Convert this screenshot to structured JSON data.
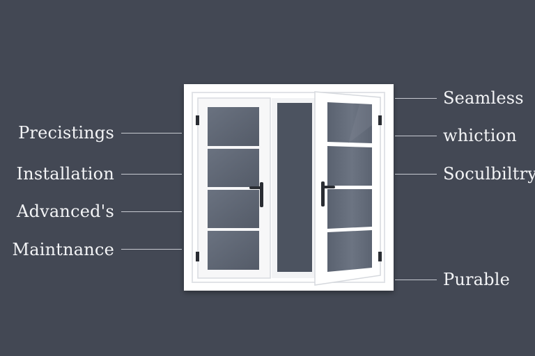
{
  "labels": {
    "left": [
      {
        "id": "precistings",
        "text": "Precistings"
      },
      {
        "id": "installation",
        "text": "Installation"
      },
      {
        "id": "advanced",
        "text": "Advanced's"
      },
      {
        "id": "maintnance",
        "text": "Maintnance"
      }
    ],
    "right": [
      {
        "id": "seamless",
        "text": "Seamless"
      },
      {
        "id": "whiction",
        "text": "whiction"
      },
      {
        "id": "soculbiltry",
        "text": "Soculbiltry"
      },
      {
        "id": "purable",
        "text": "Purable"
      }
    ]
  },
  "colors": {
    "background": "#434854",
    "frame": "#ffffff",
    "glass": "#5d6573",
    "handle": "#2a2d33",
    "label_text": "#f3f4f6",
    "leader_line": "#c7cad1"
  },
  "icons": [
    "window-illustration",
    "handle-icon",
    "hinge-icon"
  ]
}
